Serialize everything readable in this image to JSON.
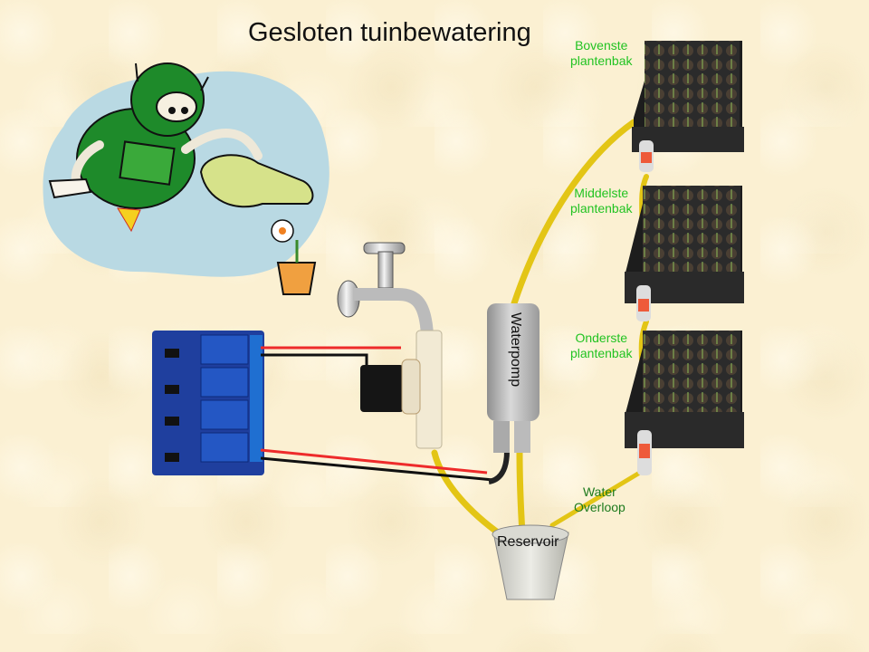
{
  "title": "Gesloten tuinbewatering",
  "labels": {
    "top_tray": [
      "Bovenste",
      "plantenbak"
    ],
    "middle_tray": [
      "Middelste",
      "plantenbak"
    ],
    "bottom_tray": [
      "Onderste",
      "plantenbak"
    ],
    "overflow": [
      "Water",
      "Overloop"
    ],
    "pump": "Waterpomp",
    "reservoir": "Reservoir"
  },
  "colors": {
    "background": "#fbf0d2",
    "tray_label": "#22c322",
    "overflow_label": "#1d7a1d",
    "tube": "#e3c515",
    "wire_positive": "#ee2b2b",
    "wire_negative": "#111111",
    "relay_board": "#1f3f9e",
    "relay": "#2457c4",
    "robot": "#1e8a2a",
    "sky_blob": "#b9d9e3"
  },
  "components": {
    "relay_board": {
      "relay_count": 4
    },
    "illustration": "robot-watering-flower"
  }
}
